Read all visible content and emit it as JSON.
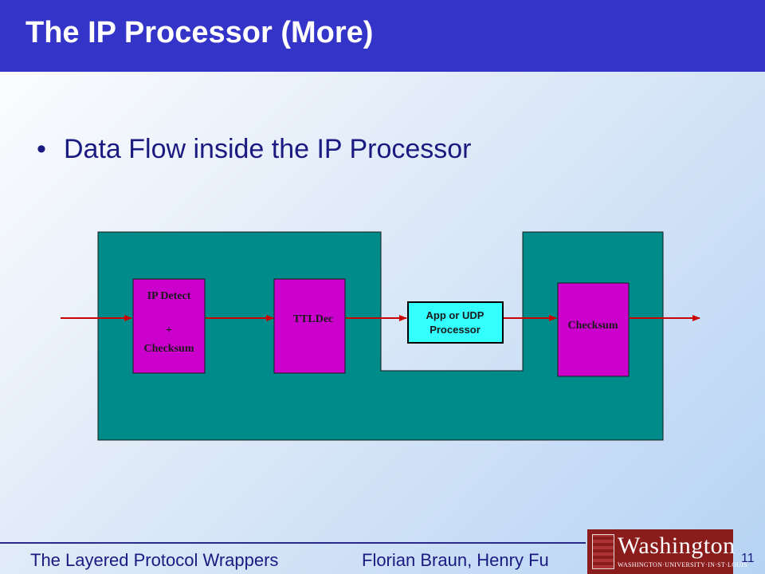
{
  "slide": {
    "title": "The IP Processor (More)",
    "bullet": "Data Flow inside the IP Processor",
    "page_number": "11"
  },
  "diagram": {
    "block_ip_detect_line1": "IP Detect",
    "block_ip_detect_line2": "+",
    "block_ip_detect_line3": "Checksum",
    "block_ttldec": "TTLDec",
    "block_app_line1": "App or UDP",
    "block_app_line2": "Processor",
    "block_checksum": "Checksum",
    "colors": {
      "container": "#008b8b",
      "block": "#cc00cc",
      "app_block": "#33ffff",
      "arrow": "#cc0000"
    }
  },
  "footer": {
    "left": "The Layered Protocol Wrappers",
    "authors": "Florian Braun, Henry Fu"
  },
  "logo": {
    "word": "Washington",
    "subtitle": "WASHINGTON·UNIVERSITY·IN·ST·LOUIS"
  }
}
